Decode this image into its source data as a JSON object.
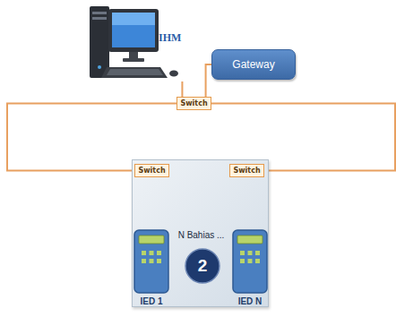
{
  "diagram": {
    "nodes": [
      {
        "text": [
          "IHM"
        ]
      },
      {
        "text": [
          "Gateway"
        ]
      },
      {
        "text": [
          "Switch"
        ]
      },
      {
        "text": [
          "N Bahias ..."
        ]
      },
      {
        "text": [
          "Switch"
        ],
        "in": 3
      },
      {
        "text": [
          "Switch"
        ],
        "in": 3
      },
      {
        "text": [
          "IED 1"
        ],
        "in": 3
      },
      {
        "text": [
          "IED N"
        ],
        "in": 3
      },
      {
        "text": [
          "2"
        ],
        "in": 3
      }
    ],
    "edges": [
      {
        "from": 0,
        "to": 2,
        "arrow": "none"
      },
      {
        "from": 1,
        "to": 2,
        "arrow": "none"
      },
      {
        "from": 2,
        "to": 4,
        "arrow": "none"
      },
      {
        "from": 2,
        "to": 5,
        "arrow": "none"
      },
      {
        "from": 4,
        "to": 6,
        "arrow": "none"
      },
      {
        "from": 4,
        "to": 7,
        "arrow": "none"
      },
      {
        "from": 5,
        "to": 6,
        "arrow": "none"
      },
      {
        "from": 5,
        "to": 7,
        "arrow": "none"
      }
    ]
  }
}
